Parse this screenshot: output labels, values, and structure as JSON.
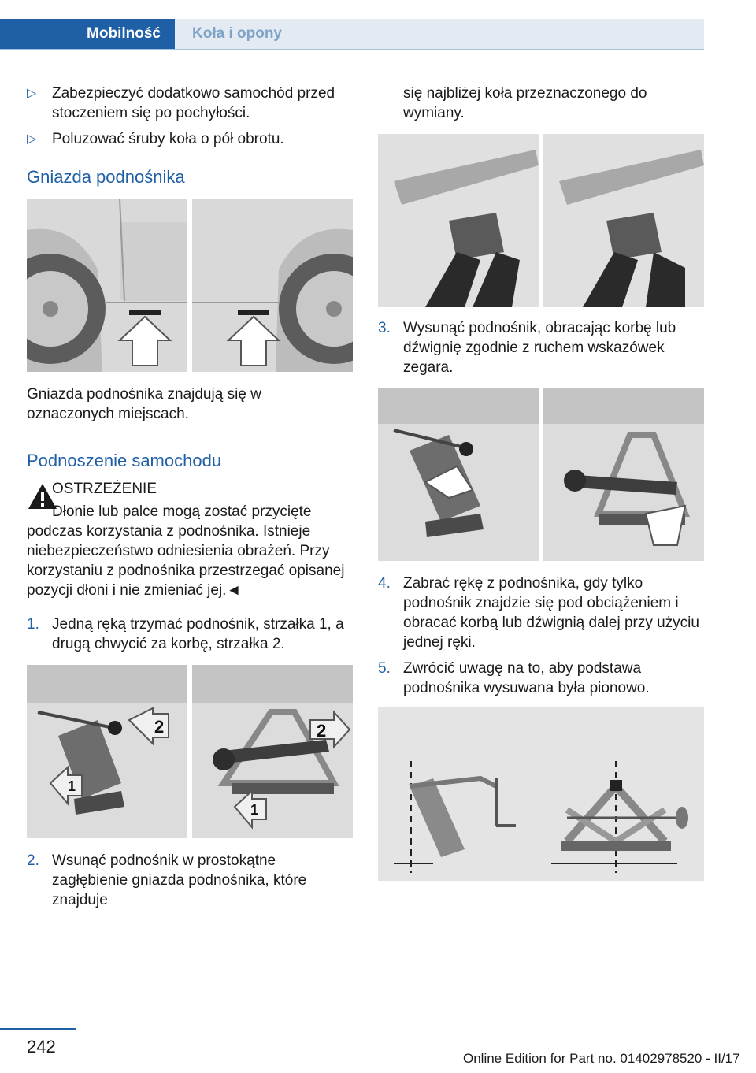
{
  "header": {
    "tab_active": "Mobilność",
    "tab_inactive": "Koła i opony"
  },
  "left": {
    "bullets": [
      "Zabezpieczyć dodatkowo samochód przed stoczeniem się po pochyłości.",
      "Poluzować śruby koła o pół obrotu."
    ],
    "heading1": "Gniazda podnośnika",
    "caption1": "Gniazda podnośnika znajdują się w oznaczonych miejscach.",
    "heading2": "Podnoszenie samochodu",
    "warning_title": "OSTRZEŻENIE",
    "warning_text_first": "Dłonie lub palce mogą zostać przycięte",
    "warning_text_rest": "podczas korzystania z podnośnika. Istnieje niebezpieczeństwo odniesienia obrażeń. Przy korzystaniu z podnośnika przestrzegać opisanej pozycji dłoni i nie zmieniać jej.◄",
    "step1_num": "1.",
    "step1": "Jedną ręką trzymać podnośnik, strzałka 1, a drugą chwycić za korbę, strzałka 2.",
    "step2_num": "2.",
    "step2": "Wsunąć podnośnik w prostokątne zagłębienie gniazda podnośnika, które znajduje",
    "fig_labels": {
      "arrow1": "1",
      "arrow2": "2"
    }
  },
  "right": {
    "step2_cont": "się najbliżej koła przeznaczonego do wymiany.",
    "step3_num": "3.",
    "step3": "Wysunąć podnośnik, obracając korbę lub dźwignię zgodnie z ruchem wskazówek zegara.",
    "step4_num": "4.",
    "step4": "Zabrać rękę z podnośnika, gdy tylko podnośnik znajdzie się pod obciążeniem i obracać korbą lub dźwignią dalej przy użyciu jednej ręki.",
    "step5_num": "5.",
    "step5": "Zwrócić uwagę na to, aby podstawa podnośnika wysuwana była pionowo."
  },
  "footer": {
    "page_number": "242",
    "edition": "Online Edition for Part no. 01402978520 - II/17"
  },
  "colors": {
    "accent": "#1f5fa6",
    "tab_inactive_bg": "#e4eaf2"
  }
}
